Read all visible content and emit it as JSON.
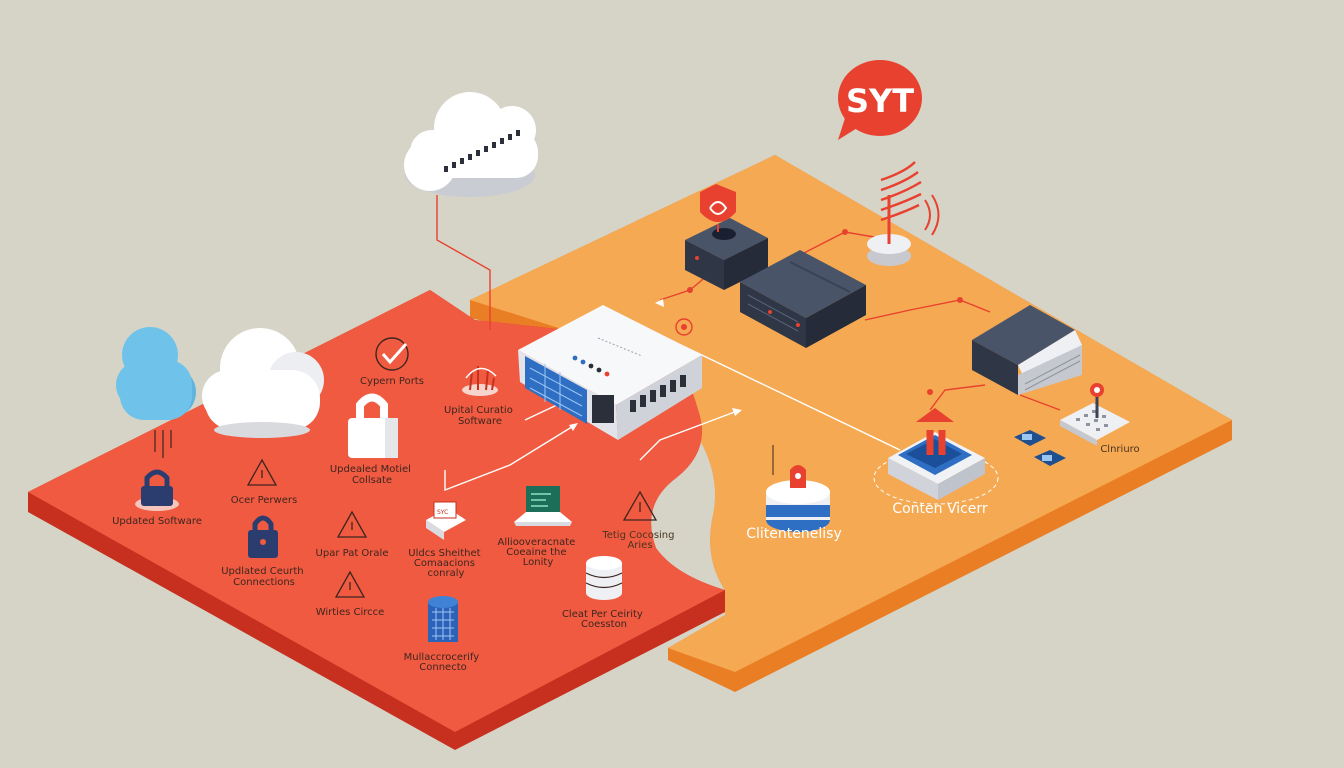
{
  "colors": {
    "background": "#d6d4c7",
    "red_zone": "#f05a40",
    "orange_zone": "#f5a952",
    "accent_red": "#e8412f",
    "device_dark": "#3a4256",
    "cloud_white": "#ffffff",
    "cloud_blue": "#6fc3ea"
  },
  "badge": {
    "text": "SYT"
  },
  "red_zone_labels": [
    {
      "id": "open-ports",
      "lines": [
        "Cypern Ports"
      ]
    },
    {
      "id": "updated-software-top",
      "lines": [
        "Upital Curatio",
        "Software"
      ]
    },
    {
      "id": "user-passwords",
      "lines": [
        "Ocer Perwers"
      ]
    },
    {
      "id": "updated-software-mid",
      "lines": [
        "Updealed Motiel",
        "Collsate"
      ]
    },
    {
      "id": "updated-software-left",
      "lines": [
        "Updated Software"
      ]
    },
    {
      "id": "user-port-circle",
      "lines": [
        "Upar Pat Orale"
      ]
    },
    {
      "id": "updated-connections",
      "lines": [
        "Updlated Ceurth",
        "Connections"
      ]
    },
    {
      "id": "unsecured-network",
      "lines": [
        "Uldcs Sheithet",
        "Comaacions",
        "conraly"
      ]
    },
    {
      "id": "always-connected",
      "lines": [
        "Alliooveracnate",
        "Coeaine the",
        "Lonity"
      ]
    },
    {
      "id": "wireless-circle",
      "lines": [
        "Wirties Circce"
      ]
    },
    {
      "id": "multiple-connections",
      "lines": [
        "Mullaccrocerify",
        "Connecto"
      ]
    },
    {
      "id": "client-security",
      "lines": [
        "Cleat Per Ceirity",
        "Coesston"
      ]
    },
    {
      "id": "totally-connected",
      "lines": [
        "Tetig Cocosing",
        "Aries"
      ]
    }
  ],
  "orange_zone_labels": [
    {
      "id": "client-center",
      "lines": [
        "Clitentenelisy"
      ]
    },
    {
      "id": "content-center",
      "lines": [
        "Conten Vicerr"
      ]
    },
    {
      "id": "dashboard",
      "lines": [
        "Clnriuro"
      ]
    }
  ]
}
